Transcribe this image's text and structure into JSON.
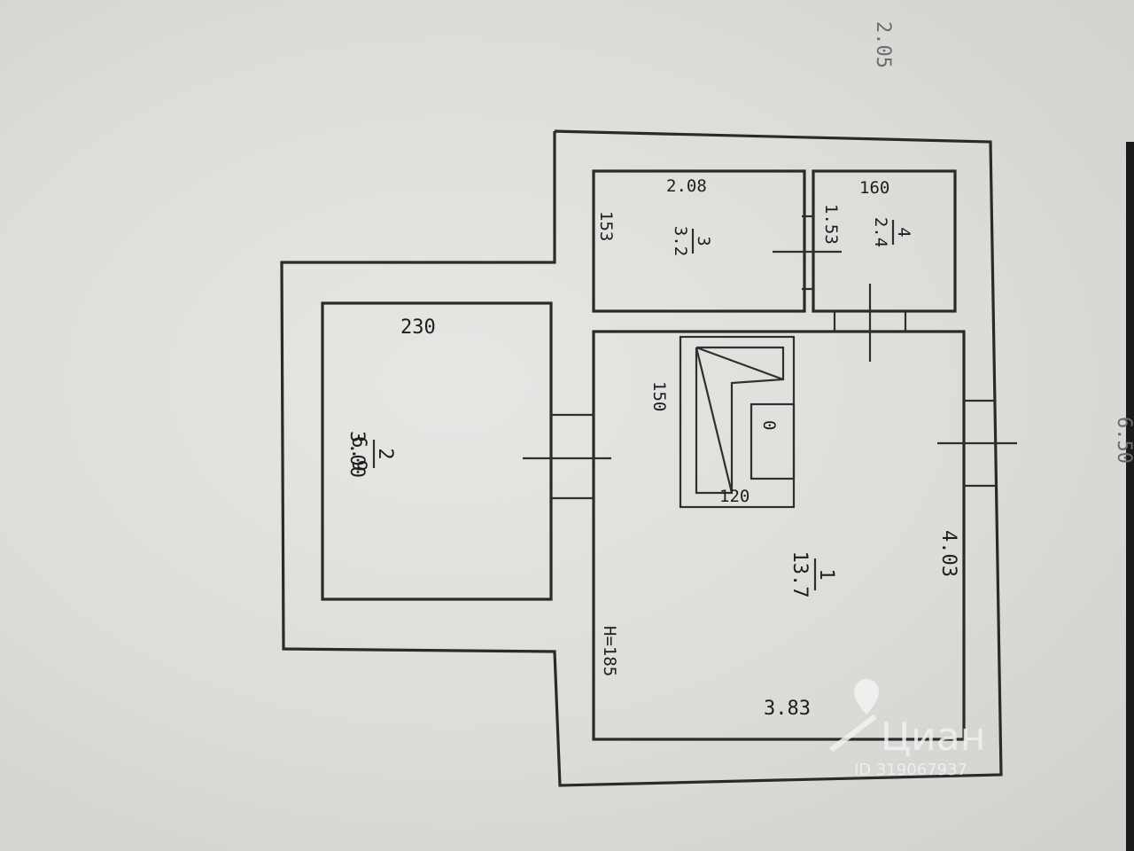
{
  "plan": {
    "room1": {
      "number": "1",
      "area": "13.7",
      "width": "3.83",
      "length": "4.03",
      "height": "H=185"
    },
    "room2": {
      "number": "2",
      "area": "6.9",
      "width": "230",
      "length": "3.00"
    },
    "room3": {
      "number": "3",
      "area": "3.2",
      "width": "2.08",
      "length": "153"
    },
    "room4": {
      "number": "4",
      "area": "2.4",
      "width": "160",
      "length": "1.53"
    },
    "stove": {
      "dim_a": "150",
      "dim_b": "120",
      "mark": "0"
    },
    "corner_note": "2.05",
    "edge_note": "6.50"
  },
  "watermark": {
    "brand": "Циан",
    "id": "ID 319067937"
  }
}
